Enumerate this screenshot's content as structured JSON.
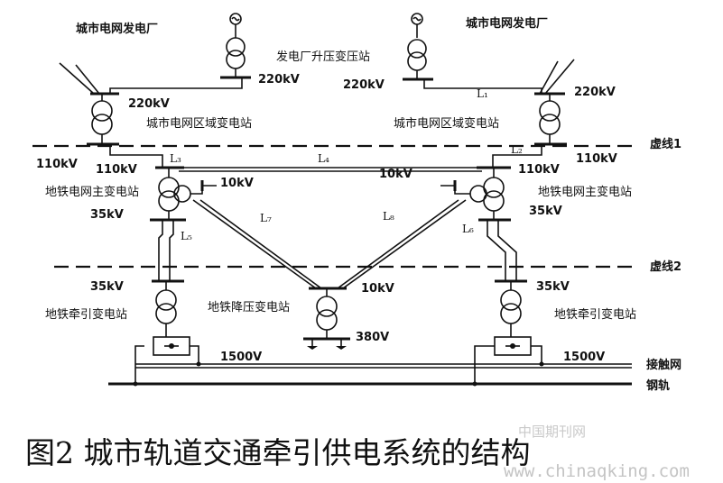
{
  "plants": {
    "left": "城市电网发电厂",
    "right": "城市电网发电厂"
  },
  "step_up_station": "发电厂升压变压站",
  "regional_left": "城市电网区域变电站",
  "regional_right": "城市电网区域变电站",
  "main_left": "地铁电网主变电站",
  "main_right": "地铁电网主变电站",
  "traction_left": "地铁牵引变电站",
  "traction_right": "地铁牵引变电站",
  "stepdown": "地铁降压变电站",
  "dashed_line_1": "虚线1",
  "dashed_line_2": "虚线2",
  "catenary": "接触网",
  "rail": "钢轨",
  "voltages": {
    "v220_a": "220kV",
    "v220_b": "220kV",
    "v220_c": "220kV",
    "v220_d": "220kV",
    "v110_a": "110kV",
    "v110_b": "110kV",
    "v110_c": "110kV",
    "v110_d": "110kV",
    "v10_a": "10kV",
    "v10_b": "10kV",
    "v10_c": "10kV",
    "v35_a": "35kV",
    "v35_b": "35kV",
    "v35_c": "35kV",
    "v35_d": "35kV",
    "v380": "380V",
    "v1500_a": "1500V",
    "v1500_b": "1500V"
  },
  "line_ids": {
    "L1": "L₁",
    "L2": "L₂",
    "L3": "L₃",
    "L4": "L₄",
    "L5": "L₅",
    "L6": "L₆",
    "L7": "L₇",
    "L8": "L₈"
  },
  "caption": "图2  城市轨道交通牵引供电系统的结构",
  "watermark_cn": "中国期刊网",
  "watermark_url": "www.chinaqking.com"
}
